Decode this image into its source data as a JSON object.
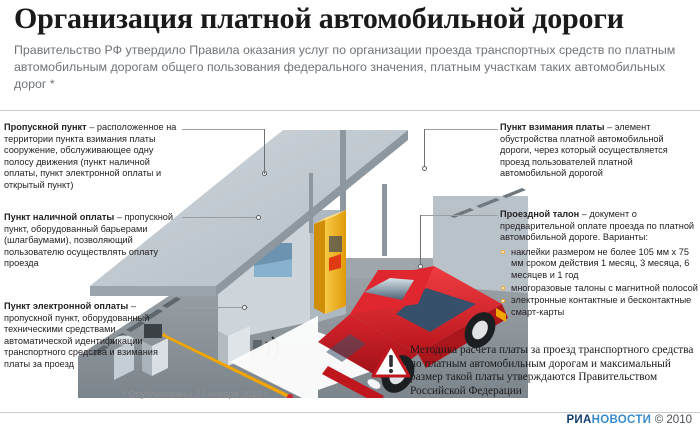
{
  "header": {
    "title": "Организация платной автомобильной дороги",
    "subtitle": "Правительство РФ утвердило Правила оказания услуг по организации проезда транспортных средств по платным автомобильным дорогам общего пользования федерального значения, платным участкам таких автомобильных дорог *"
  },
  "left_column": [
    {
      "term": "Пропускной пункт",
      "dash": " – ",
      "definition": "расположенное на территории пункта взимания платы сооружение, обслуживающее одну полосу движения (пункт наличной оплаты, пункт электронной оплаты и открытый пункт)"
    },
    {
      "term": "Пункт наличной оплаты",
      "dash": " – ",
      "definition": "пропускной пункт, оборудованный барьерами (шлагбаумами), позволяющий пользователю осуществлять оплату проезда"
    },
    {
      "term": "Пункт электронной оплаты",
      "dash": " – ",
      "definition": "пропускной пункт, оборудованный техническими средствами автоматической идентификации транспортного средства и взимания платы за проезд"
    }
  ],
  "right_column": [
    {
      "term": "Пункт взимания платы",
      "dash": " – ",
      "definition": "элемент обустройства платной автомобильной дороги, через который осуществляется проезд пользователей платной автомобильной дорогой"
    },
    {
      "term": "Проездной талон",
      "dash": " – ",
      "definition": "документ о предварительной оплате проезда по платной автомобильной дороге. Варианты:",
      "bullets": [
        "наклейки размером не более 105 мм х 75 мм сроком действия 1 месяц, 3 месяца, 6 месяцев и 1 год",
        "многоразовые талоны с магнитной полосой",
        "электронные контактные и бесконтактные смарт-карты"
      ]
    }
  ],
  "note": {
    "icon": "warning-triangle-icon",
    "text": "Методика расчета платы за проезд транспортного средства по платным автомобильным дорогам и максимальный размер такой платы утверждаются Правительством Российской Федерации"
  },
  "footnote": "* Опубликованы 27 января 2010 г.",
  "footer": {
    "logo_ria": "РИА",
    "logo_novosti": "НОВОСТИ",
    "copyright": "© 2010"
  },
  "illustration": {
    "name": "toll-plaza-isometric-illustration",
    "elements": [
      "canopy-roof",
      "toll-booth",
      "payment-terminal-kiosk",
      "barrier-gate",
      "rfid-antenna",
      "red-pickup-truck",
      "road-direction-arrow"
    ]
  },
  "colors": {
    "accent_orange": "#f5a623",
    "warning_red": "#c0171f",
    "logo_dark_blue": "#123f73",
    "logo_light_blue": "#3a8ccc",
    "subtitle_gray": "#6f7478",
    "road_gray": "#8d949a",
    "truck_red": "#d8242d",
    "kiosk_yellow": "#f2b21c"
  }
}
